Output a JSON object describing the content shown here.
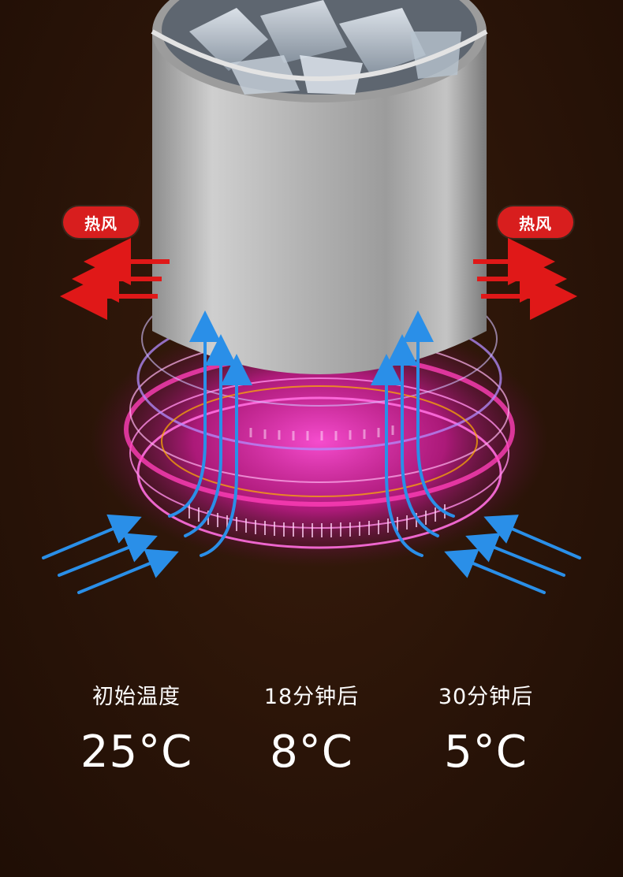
{
  "badges": {
    "left": "热风",
    "right": "热风"
  },
  "stats": [
    {
      "label": "初始温度",
      "value": "25°C"
    },
    {
      "label": "18分钟后",
      "value": "8°C"
    },
    {
      "label": "30分钟后",
      "value": "5°C"
    }
  ],
  "icons": {
    "hot_air_arrows": "red-right-left-arrows",
    "cold_air_arrows": "blue-curved-arrows"
  },
  "colors": {
    "background": "#2a1408",
    "hot_air": "#e01818",
    "cold_air": "#2a8fe8",
    "glow": "#ff2fc8"
  }
}
